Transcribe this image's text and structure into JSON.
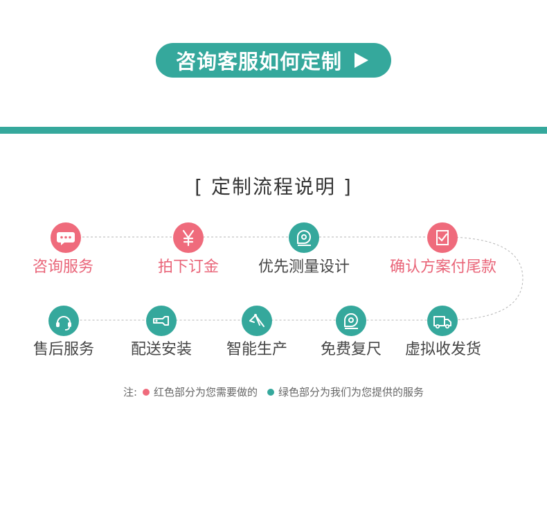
{
  "cta": {
    "label": "咨询客服如何定制"
  },
  "section": {
    "title": "[ 定制流程说明 ]"
  },
  "steps_row1": [
    {
      "label": "咨询服务",
      "icon": "chat-bubble-icon",
      "color": "red"
    },
    {
      "label": "拍下订金",
      "icon": "yen-icon",
      "color": "red"
    },
    {
      "label": "优先测量设计",
      "icon": "measuring-tape-icon",
      "color": "green"
    },
    {
      "label": "确认方案付尾款",
      "icon": "document-check-icon",
      "color": "red"
    }
  ],
  "steps_row2": [
    {
      "label": "售后服务",
      "icon": "headset-icon",
      "color": "green"
    },
    {
      "label": "配送安装",
      "icon": "wrench-icon",
      "color": "green"
    },
    {
      "label": "智能生产",
      "icon": "machine-icon",
      "color": "green"
    },
    {
      "label": "免费复尺",
      "icon": "measuring-tape-icon",
      "color": "green"
    },
    {
      "label": "虚拟收发货",
      "icon": "truck-icon",
      "color": "green"
    }
  ],
  "legend": {
    "prefix": "注:",
    "red_text": "红色部分为您需要做的",
    "green_text": "绿色部分为我们为您提供的服务"
  },
  "colors": {
    "accent": "#35a89c",
    "red": "#ef6b7c"
  }
}
